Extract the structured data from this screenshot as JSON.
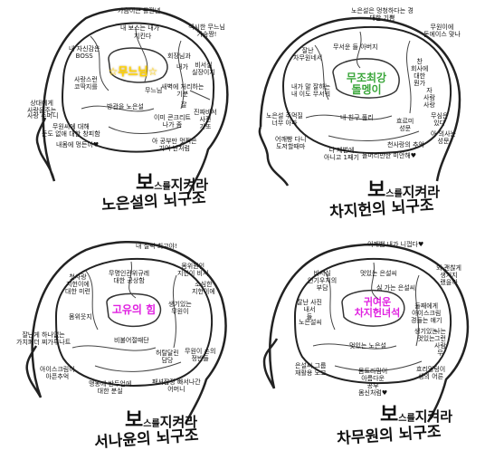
{
  "caption": {
    "big": "보",
    "small": "스를",
    "rest": "지켜라"
  },
  "panels": [
    {
      "title": "노은설의 뇌구조",
      "highlight": "☆무느님☆",
      "highlight_color": "#ffd400",
      "labels": [
        "가슴이큰 롤깐년",
        "내 보스는 내가",
        "지킨다",
        "내 자신감은\nBOSS",
        "섹시한 무느님\n가슴짱!",
        "회장님과",
        "내가",
        "비서실\n실장이지",
        "사랑스런\n코딱지를",
        "무느님",
        "새벽에 처리하는\n기분",
        "상대에게\n사랑을주는",
        "사랑 주머니",
        "무원씨에 대해\n돈도 없애 대한 창피함",
        "방관을 노은설",
        "이미 콘크리트\n나가 좀",
        "잘",
        "진짜비서\n사진\n가또",
        "내몸에 멍든이♥",
        "아 공부만 멋쩍은\n기억 난처럼"
      ]
    },
    {
      "title": "차지헌의 뇌구조",
      "highlight": "무조최강\n돌멩이",
      "highlight_color": "#3aa63a",
      "labels": [
        "노은설은 멍청하다는 경\n대한 기쁨",
        "무원이에\n돈에이스 맞나",
        "잘난\n차무원네서",
        "무서운 들 아버지",
        "찬\n회사에\n대한\n뭔가",
        "내가 말 잘하는\n내 이도 무서워",
        "노은설 주먹질\n너무 아파",
        "자\n사람\n사랑",
        "내 친구 풀리",
        "흐르미\n성문",
        "무심은\n있다",
        "어깨빵 다니\n도저할때마",
        "아 의사는\n성문",
        "나 재벌에\n아니고 1째기",
        "천사랑의 추억",
        "돌머리만한 미안해♥"
      ]
    },
    {
      "title": "서나윤의 뇌구조",
      "highlight": "고유의 힘",
      "highlight_color": "#e020e0",
      "labels": [
        "내 실력 최고야!",
        "몸위원인\n지헌이 비서",
        "첫사랑\n지헌이에\n대한 미련",
        "무명인관위규레\n대한 궁상함",
        "소심한\n지헌이에",
        "몸위웃지",
        "생기있는\n무원이",
        "잘난게 하나없는\n가치폐더 찌가루나트",
        "비불어절때단",
        "허탈달린\n담당",
        "아이스크림이\n아픈추억",
        "맹동에 반두업에\n대한 분실",
        "무원이 손의\n정반들",
        "패셔잡장 빠서나간\n어머니"
      ]
    },
    {
      "title": "차무원의 뇌구조",
      "highlight": "귀여운\n차지헌녀석",
      "highlight_color": "#e020e0",
      "labels": [
        "이제뱀 내가 니껍다♥",
        "비서실\n인기우지의\n부담",
        "멋있는 은설씨",
        "싫 가는 은설씨",
        "외 괜찮게\n생기지\n랬을까",
        "잘난 사진\n내서\n들",
        "노은설씨",
        "둘째에게\n아이스크림\n경들는 얘기",
        "생기있는\n멋있는",
        "나는\n그런\n사람\n무",
        "멋있는 노은설",
        "은설씨 그룹\n재활용 노고",
        "몸트리밈이\n아름다운\n공부\n몸신처럼♥",
        "흐리멍텅이\n생의 어른"
      ]
    }
  ]
}
